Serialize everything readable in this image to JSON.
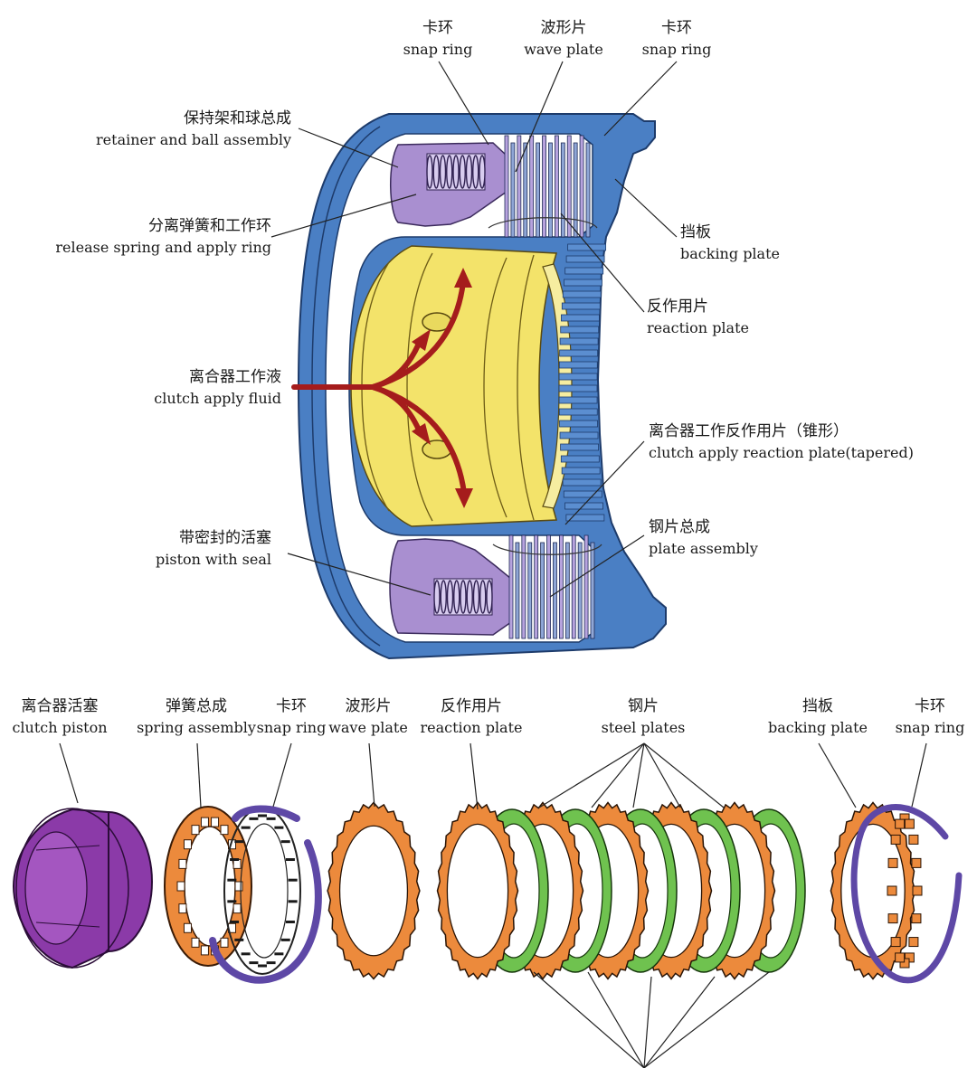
{
  "colors": {
    "housing": "#4a7fc4",
    "housing_outline": "#1d3b6b",
    "hub": "#f3e36a",
    "piston": "#a98fd0",
    "fluid_arrow": "#a51c1c",
    "friction_plate": "#ec8a3c",
    "steel_plate": "#6fc24f",
    "exploded_piston": "#8b3aa8",
    "snap_ring": "#5e48a6",
    "leader_line": "#222222"
  },
  "top": {
    "snap_ring_left": {
      "zh": "卡环",
      "en": "snap ring"
    },
    "wave_plate": {
      "zh": "波形片",
      "en": "wave plate"
    },
    "snap_ring_right": {
      "zh": "卡环",
      "en": "snap ring"
    },
    "retainer": {
      "zh": "保持架和球总成",
      "en": "retainer and ball assembly"
    },
    "release_spring": {
      "zh": "分离弹簧和工作环",
      "en": "release spring and apply ring"
    },
    "backing_plate": {
      "zh": "挡板",
      "en": "backing plate"
    },
    "reaction_plate": {
      "zh": "反作用片",
      "en": "reaction plate"
    },
    "apply_fluid": {
      "zh": "离合器工作液",
      "en": "clutch apply fluid"
    },
    "tapered_plate": {
      "zh": "离合器工作反作用片（锥形）",
      "en": "clutch apply reaction plate(tapered)"
    },
    "plate_assembly": {
      "zh": "钢片总成",
      "en": "plate assembly"
    },
    "piston_seal": {
      "zh": "带密封的活塞",
      "en": "piston with seal"
    }
  },
  "bottom": {
    "clutch_piston": {
      "zh": "离合器活塞",
      "en": "clutch piston"
    },
    "spring_assembly": {
      "zh": "弹簧总成",
      "en": "spring assembly"
    },
    "snap_ring": {
      "zh": "卡环",
      "en": "snap ring"
    },
    "wave_plate": {
      "zh": "波形片",
      "en": "wave plate"
    },
    "reaction_plate": {
      "zh": "反作用片",
      "en": "reaction plate"
    },
    "steel_plates": {
      "zh": "钢片",
      "en": "steel plates"
    },
    "backing_plate": {
      "zh": "挡板",
      "en": "backing plate"
    },
    "snap_ring_end": {
      "zh": "卡环",
      "en": "snap ring"
    }
  }
}
